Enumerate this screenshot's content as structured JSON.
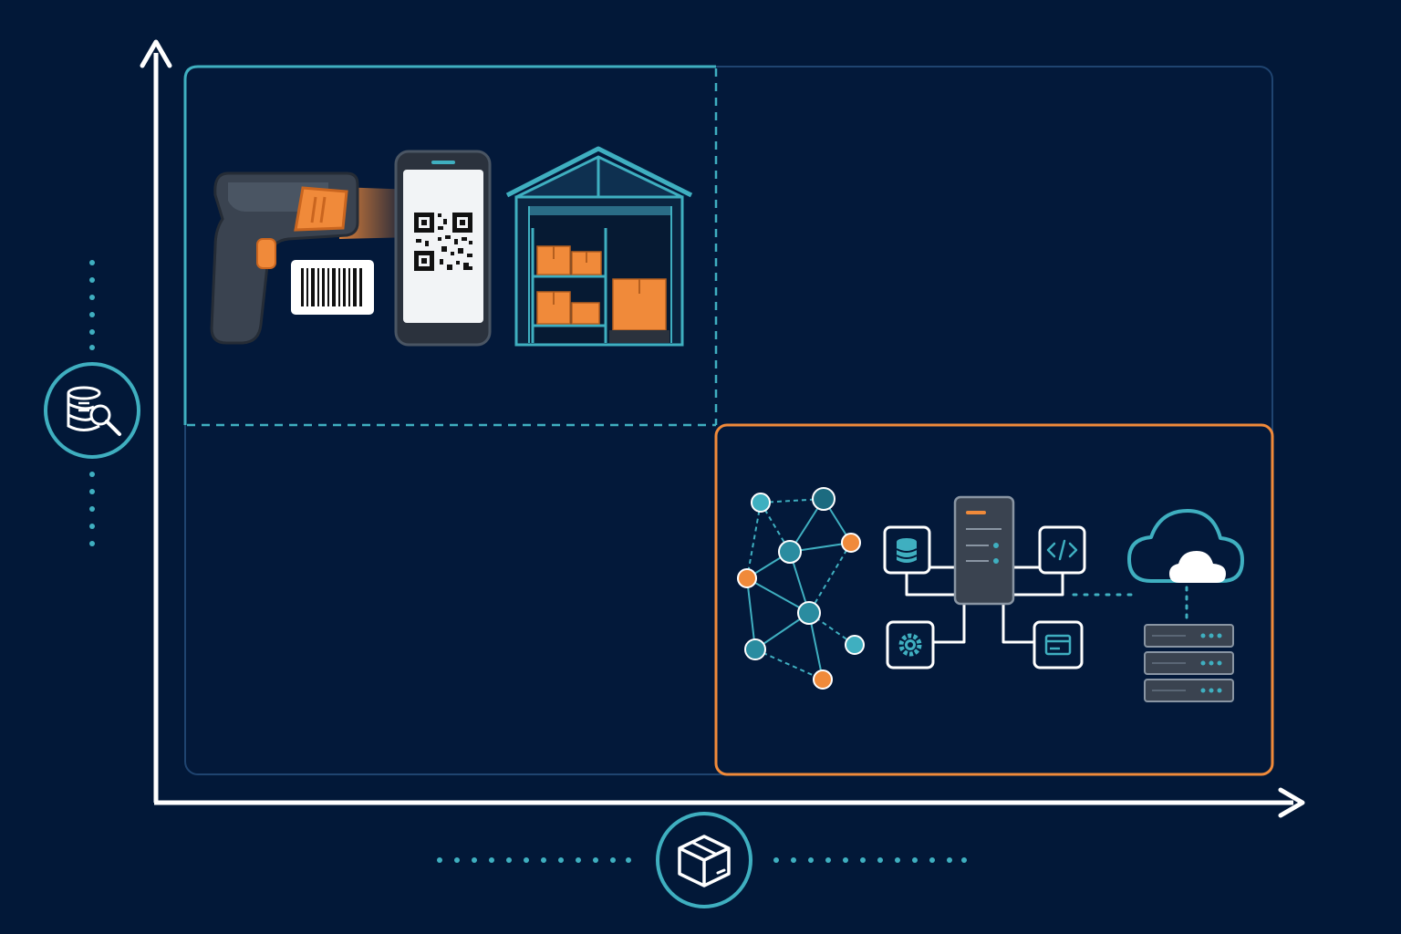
{
  "diagram": {
    "title": "",
    "axes": {
      "y_axis": {
        "label": "",
        "icon": "database-search-icon"
      },
      "x_axis": {
        "label": "",
        "icon": "package-box-icon"
      }
    },
    "quadrants": [
      {
        "id": "top-left",
        "highlight": "teal",
        "items": [
          "barcode-scanner-icon",
          "barcode-label-icon",
          "smartphone-qr-icon",
          "warehouse-icon"
        ]
      },
      {
        "id": "top-right",
        "highlight": "none",
        "items": []
      },
      {
        "id": "bottom-left",
        "highlight": "none",
        "items": []
      },
      {
        "id": "bottom-right",
        "highlight": "orange",
        "items": [
          "network-graph-icon",
          "database-node-icon",
          "server-icon",
          "code-node-icon",
          "settings-node-icon",
          "interface-node-icon",
          "cloud-icon",
          "server-rack-icon"
        ]
      }
    ],
    "colors": {
      "background": "#021838",
      "panel": "#03193A",
      "teal": "#3FAFC0",
      "orange": "#F08A3A",
      "axis": "#FFFFFF",
      "grid": "#1F4470"
    }
  }
}
